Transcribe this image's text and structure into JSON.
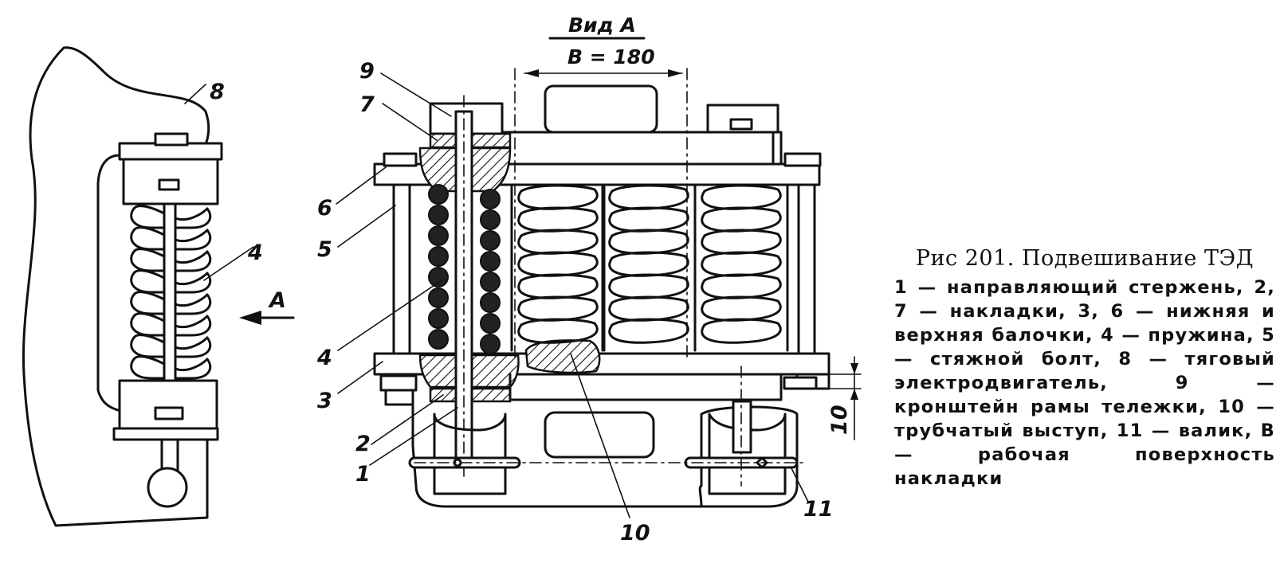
{
  "figure": {
    "view_label": "Вид А",
    "dimension_label": "В = 180",
    "arrow_label": "А",
    "gap_dimension": "10",
    "callouts": [
      "1",
      "2",
      "3",
      "4",
      "5",
      "6",
      "7",
      "8",
      "9",
      "10",
      "11"
    ],
    "left_callout_4": "4",
    "left_callout_8": "8"
  },
  "caption": {
    "title": "Рис 201. Подвешивание ТЭД",
    "legend": "1 — направляющий стержень, 2, 7 — накладки, 3, 6 — нижняя и верхняя балочки, 4 — пружина, 5 — стяжной болт, 8 — тяговый электродвигатель, 9 — кронштейн рамы тележки, 10 — трубчатый выступ, 11 — валик, В — рабочая поверхность накладки"
  }
}
